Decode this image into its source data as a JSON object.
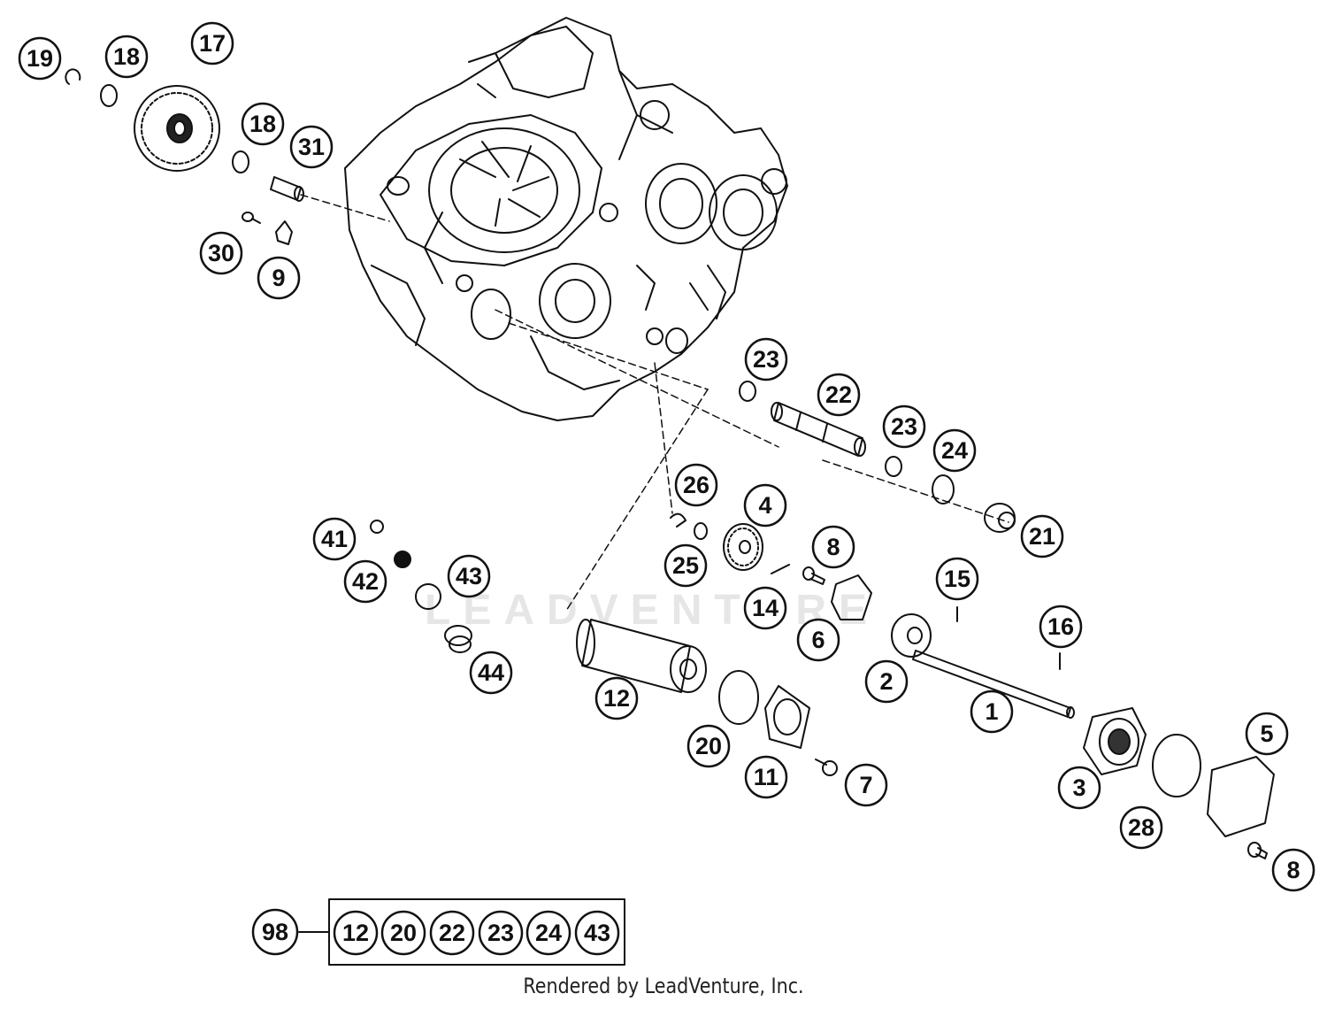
{
  "watermark": "LEADVENTURE",
  "footer": "Rendered by LeadVenture, Inc.",
  "kit": {
    "label": "98",
    "items": [
      "12",
      "20",
      "22",
      "23",
      "24",
      "43"
    ]
  },
  "callouts": {
    "c19": "19",
    "c18a": "18",
    "c17": "17",
    "c18b": "18",
    "c31": "31",
    "c30": "30",
    "c9": "9",
    "c23a": "23",
    "c22": "22",
    "c23b": "23",
    "c24": "24",
    "c21": "21",
    "c26": "26",
    "c4": "4",
    "c25": "25",
    "c8a": "8",
    "c14": "14",
    "c6": "6",
    "c15": "15",
    "c16": "16",
    "c2": "2",
    "c1": "1",
    "c41": "41",
    "c42": "42",
    "c43": "43",
    "c44": "44",
    "c12": "12",
    "c20": "20",
    "c11": "11",
    "c7": "7",
    "c3": "3",
    "c5": "5",
    "c28": "28",
    "c8b": "8"
  }
}
